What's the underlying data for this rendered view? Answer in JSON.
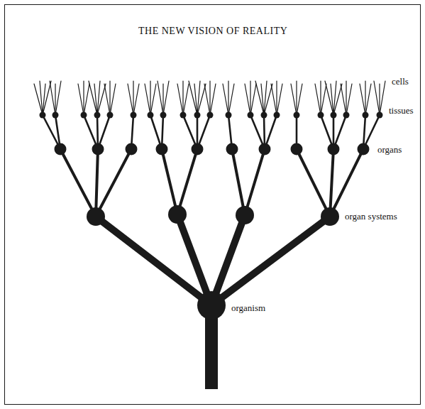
{
  "diagram": {
    "title": "THE NEW VISION OF REALITY",
    "labels": [
      "cells",
      "tissues",
      "organs",
      "organ systems",
      "organism"
    ]
  }
}
